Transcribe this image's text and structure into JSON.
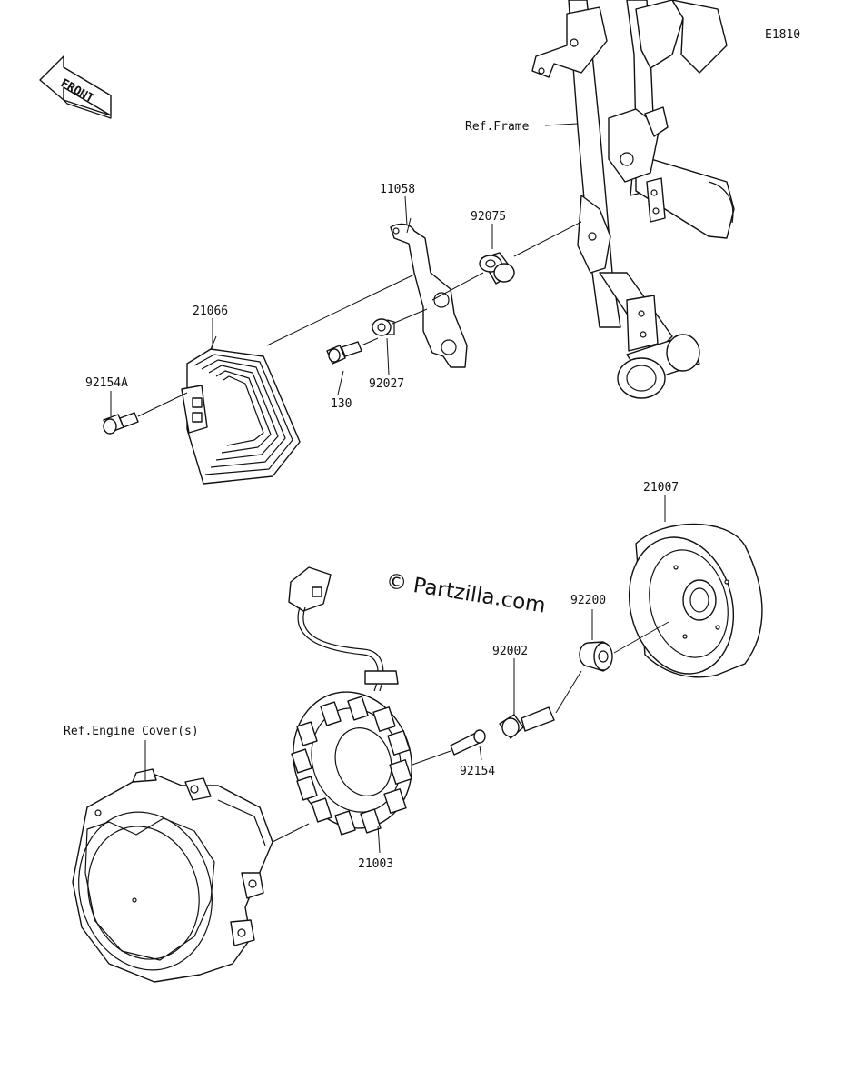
{
  "diagram_id": "E1810",
  "watermark": "© Partzilla.com",
  "front_label": "FRONT",
  "refs": {
    "frame": "Ref.Frame",
    "engine_cover": "Ref.Engine Cover(s)"
  },
  "parts": {
    "p11058": "11058",
    "p92075": "92075",
    "p21066": "21066",
    "p92154A": "92154A",
    "p130": "130",
    "p92027": "92027",
    "p21007": "21007",
    "p92200": "92200",
    "p92002": "92002",
    "p92154": "92154",
    "p21003": "21003"
  }
}
